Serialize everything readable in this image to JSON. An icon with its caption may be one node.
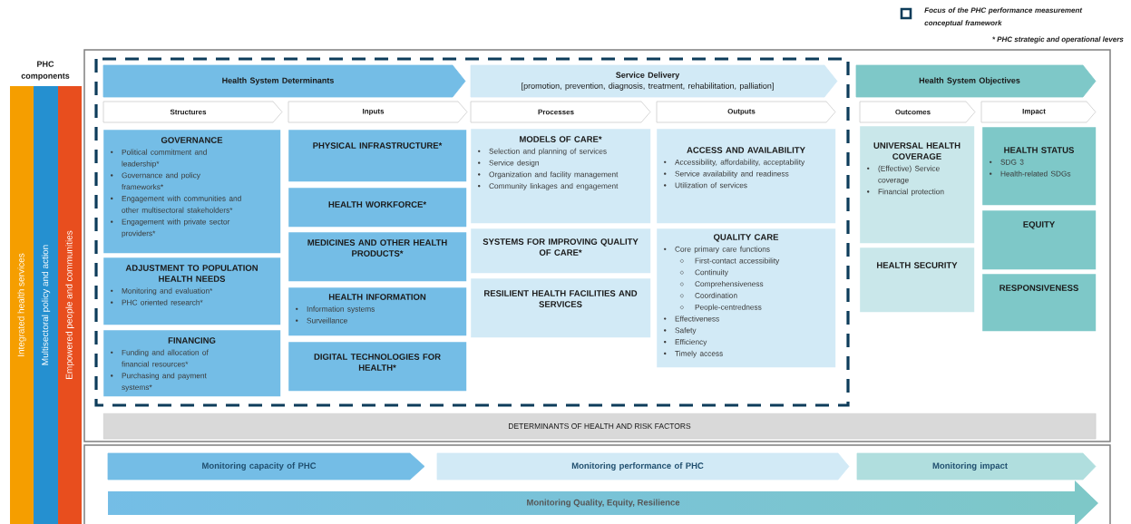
{
  "diagram": {
    "nodes": [
      {
        "text": [
          "Integrated health services"
        ]
      },
      {
        "text": [
          "Multisectoral policy and action"
        ]
      },
      {
        "text": [
          "Empowered people and communities"
        ]
      },
      {
        "text": [
          "Health System Determinants"
        ]
      },
      {
        "text": [
          "Service Delivery",
          "[promotion, prevention, diagnosis, treatment, rehabilitation, palliation]"
        ]
      },
      {
        "text": [
          "Health System Objectives"
        ]
      },
      {
        "text": [
          "Structures"
        ]
      },
      {
        "text": [
          "Inputs"
        ]
      },
      {
        "text": [
          "Processes"
        ]
      },
      {
        "text": [
          "Outputs"
        ]
      },
      {
        "text": [
          "Outcomes"
        ]
      },
      {
        "text": [
          "Impact"
        ]
      },
      {
        "text": [
          "GOVERNANCE",
          "Political commitment and leadership*",
          "Governance and policy frameworks*",
          "Engagement with communities and other multisectoral stakeholders*",
          "Engagement with private sector providers*"
        ]
      },
      {
        "text": [
          "ADJUSTMENT TO POPULATION HEALTH NEEDS",
          "Monitoring and evaluation*",
          "PHC oriented research*"
        ]
      },
      {
        "text": [
          "FINANCING",
          "Funding and allocation of financial resources*",
          "Purchasing and payment systems*"
        ]
      },
      {
        "text": [
          "PHYSICAL INFRASTRUCTURE*"
        ]
      },
      {
        "text": [
          "HEALTH WORKFORCE*"
        ]
      },
      {
        "text": [
          "MEDICINES AND OTHER HEALTH PRODUCTS*"
        ]
      },
      {
        "text": [
          "HEALTH INFORMATION",
          "Information systems",
          "Surveillance"
        ]
      },
      {
        "text": [
          "DIGITAL TECHNOLOGIES FOR HEALTH*"
        ]
      },
      {
        "text": [
          "MODELS OF CARE*",
          "Selection and planning of services",
          "Service design",
          "Organization and facility management",
          "Community linkages and engagement"
        ]
      },
      {
        "text": [
          "SYSTEMS FOR IMPROVING QUALITY OF CARE*"
        ]
      },
      {
        "text": [
          "RESILIENT HEALTH FACILITIES AND SERVICES"
        ]
      },
      {
        "text": [
          "ACCESS AND AVAILABILITY",
          "Accessibility, affordability, acceptability",
          "Service availability and readiness",
          "Utilization of services"
        ]
      },
      {
        "text": [
          "QUALITY CARE",
          "Core primary care functions",
          "First-contact accessibility",
          "Continuity",
          "Comprehensiveness",
          "Coordination",
          "People-centredness",
          "Effectiveness",
          "Safety",
          "Efficiency",
          "Timely access"
        ]
      },
      {
        "text": [
          "UNIVERSAL HEALTH COVERAGE",
          "(Effective) Service coverage",
          "Financial protection"
        ]
      },
      {
        "text": [
          "HEALTH SECURITY"
        ]
      },
      {
        "text": [
          "HEALTH STATUS",
          "SDG 3",
          "Health-related SDGs"
        ]
      },
      {
        "text": [
          "EQUITY"
        ]
      },
      {
        "text": [
          "RESPONSIVENESS"
        ]
      },
      {
        "text": [
          "DETERMINANTS OF HEALTH AND RISK FACTORS"
        ]
      },
      {
        "text": [
          "Monitoring capacity of PHC"
        ]
      },
      {
        "text": [
          "Monitoring performance of PHC"
        ]
      },
      {
        "text": [
          "Monitoring impact"
        ]
      },
      {
        "text": [
          "Monitoring Quality, Equity, Resilience"
        ]
      }
    ],
    "labels": [
      "PHC components",
      "* PHC strategic and operational levers"
    ],
    "legend": [
      {
        "text": "Focus of the PHC performance measurement conceptual framework"
      }
    ]
  }
}
